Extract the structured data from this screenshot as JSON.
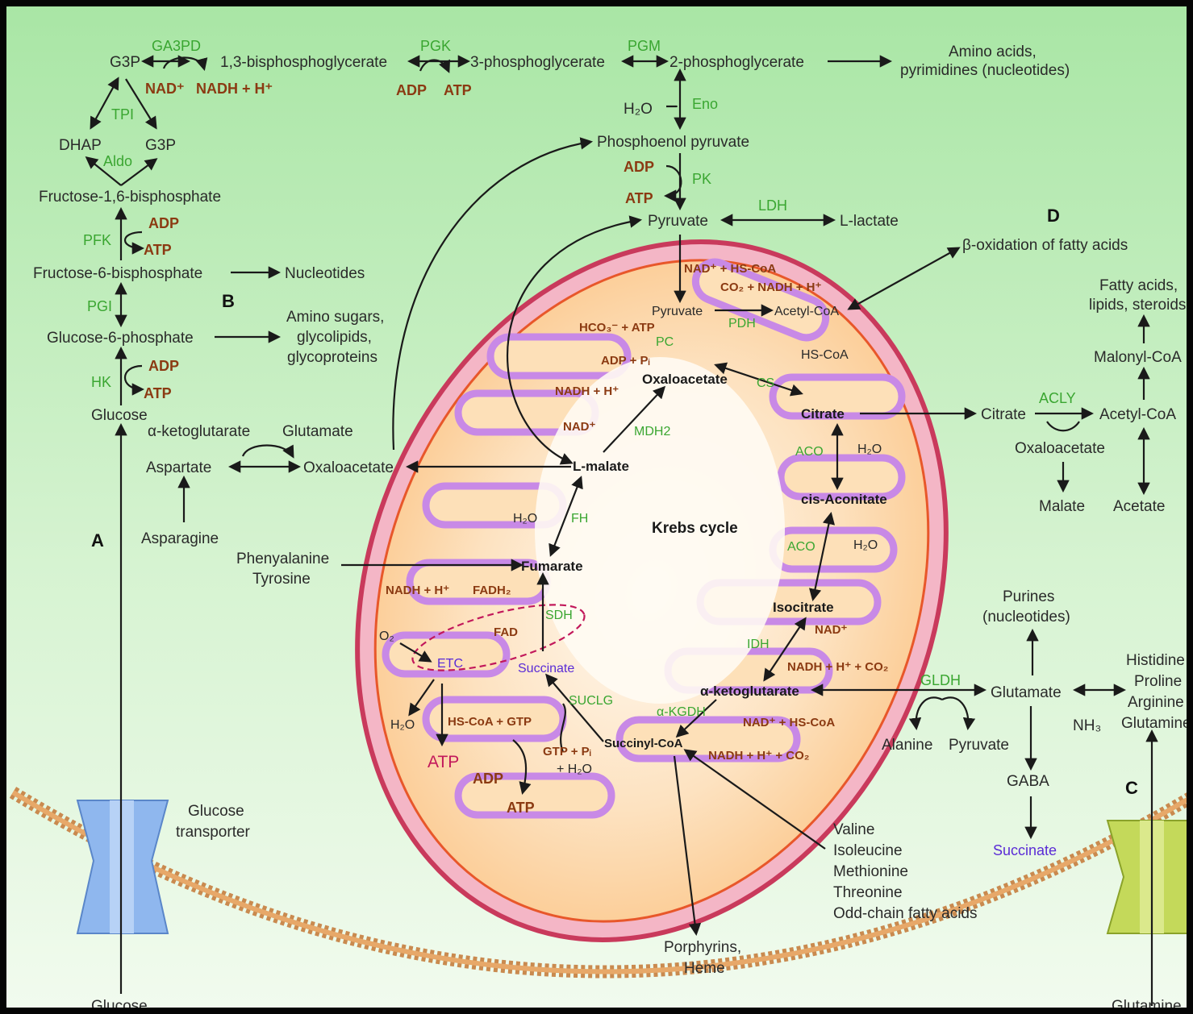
{
  "section_labels": {
    "a": "A",
    "b": "B",
    "c": "C",
    "d": "D"
  },
  "glycolysis": {
    "g3p_top": "G3P",
    "bpg": "1,3-bisphosphoglycerate",
    "pg3": "3-phosphoglycerate",
    "pg2": "2-phosphoglycerate",
    "amino_pyr_1": "Amino acids,",
    "amino_pyr_2": "pyrimidines (nucleotides)",
    "dhap": "DHAP",
    "g3p": "G3P",
    "f16bp": "Fructose-1,6-bisphosphate",
    "f6p": "Fructose-6-bisphosphate",
    "nucleotides": "Nucleotides",
    "g6p": "Glucose-6-phosphate",
    "amino_sugars_1": "Amino sugars,",
    "amino_sugars_2": "glycolipids,",
    "amino_sugars_3": "glycoproteins",
    "glucose": "Glucose",
    "pep": "Phosphoenol pyruvate",
    "pyruvate": "Pyruvate",
    "lactate": "L-lactate",
    "h2o": "H₂O"
  },
  "enzymes": {
    "ga3pd": "GA3PD",
    "tpi": "TPI",
    "aldo": "Aldo",
    "pfk": "PFK",
    "pgi": "PGI",
    "hk": "HK",
    "pgk": "PGK",
    "pgm": "PGM",
    "eno": "Eno",
    "pk": "PK",
    "ldh": "LDH",
    "acly": "ACLY",
    "gldh": "GLDH"
  },
  "cofactors": {
    "nad": "NAD⁺",
    "nadh_h": "NADH + H⁺",
    "adp": "ADP",
    "atp": "ATP"
  },
  "aspartate_branch": {
    "akg": "α-ketoglutarate",
    "glutamate": "Glutamate",
    "aspartate": "Aspartate",
    "oxaloacetate": "Oxaloacetate",
    "asparagine": "Asparagine",
    "phe": "Phenyalanine",
    "tyr": "Tyrosine"
  },
  "fatty": {
    "beta_ox": "β-oxidation of fatty acids",
    "fa_1": "Fatty acids,",
    "fa_2": "lipids, steroids",
    "malonyl": "Malonyl-CoA",
    "citrate": "Citrate",
    "acetyl": "Acetyl-CoA",
    "oaa": "Oxaloacetate",
    "malate": "Malate",
    "acetate": "Acetate"
  },
  "glutamine_branch": {
    "purines_1": "Purines",
    "purines_2": "(nucleotides)",
    "glutamate": "Glutamate",
    "alanine": "Alanine",
    "pyruvate": "Pyruvate",
    "gaba": "GABA",
    "succinate": "Succinate",
    "nh3": "NH₃",
    "his": "Histidine",
    "pro": "Proline",
    "arg": "Arginine",
    "gln": "Glutamine"
  },
  "membrane": {
    "glucose_transporter_1": "Glucose",
    "glucose_transporter_2": "transporter",
    "glucose_bottom": "Glucose",
    "glutamine_bottom": "Glutamine"
  },
  "mito": {
    "title": "Krebs cycle",
    "nad_hscoa": "NAD⁺ + HS-CoA",
    "co2_nadh": "CO₂ + NADH + H⁺",
    "pyruvate": "Pyruvate",
    "acetyl_coa": "Acetyl-CoA",
    "pdh": "PDH",
    "hco3_atp": "HCO₃⁻ + ATP",
    "pc": "PC",
    "adp_pi": "ADP + Pᵢ",
    "oxaloacetate": "Oxaloacetate",
    "hs_coa": "HS-CoA",
    "cs": "CS",
    "nadh_h": "NADH + H⁺",
    "nad": "NAD⁺",
    "mdh2": "MDH2",
    "citrate": "Citrate",
    "aco1": "ACO",
    "h2o_1": "H₂O",
    "l_malate": "L-malate",
    "cis_aconitate": "cis-Aconitate",
    "h2o_fh": "H₂O",
    "fh": "FH",
    "aco2": "ACO",
    "h2o_2": "H₂O",
    "fumarate": "Fumarate",
    "nadh_h2": "NADH + H⁺",
    "fadh2": "FADH₂",
    "sdh": "SDH",
    "fad": "FAD",
    "isocitrate": "Isocitrate",
    "nad2": "NAD⁺",
    "o2": "O₂",
    "etc": "ETC",
    "succinate": "Succinate",
    "idh": "IDH",
    "nadh_co2": "NADH + H⁺ + CO₂",
    "akg": "α-ketoglutarate",
    "suclg": "SUCLG",
    "akgdh": "α-KGDH",
    "h2o_3": "H₂O",
    "hscoa_gtp": "HS-CoA + GTP",
    "nad_hscoa2": "NAD⁺ + HS-CoA",
    "atp_big": "ATP",
    "gtp_pi": "GTP + Pᵢ",
    "h2o_4": "+ H₂O",
    "succinyl_coa": "Succinyl-CoA",
    "nadh_co2_2": "NADH + H⁺ + CO₂",
    "adp": "ADP",
    "atp": "ATP"
  },
  "bcaa": {
    "val": "Valine",
    "ile": "Isoleucine",
    "met": "Methionine",
    "thr": "Threonine",
    "odd": "Odd-chain fatty acids",
    "porph_1": "Porphyrins,",
    "porph_2": "Heme"
  }
}
